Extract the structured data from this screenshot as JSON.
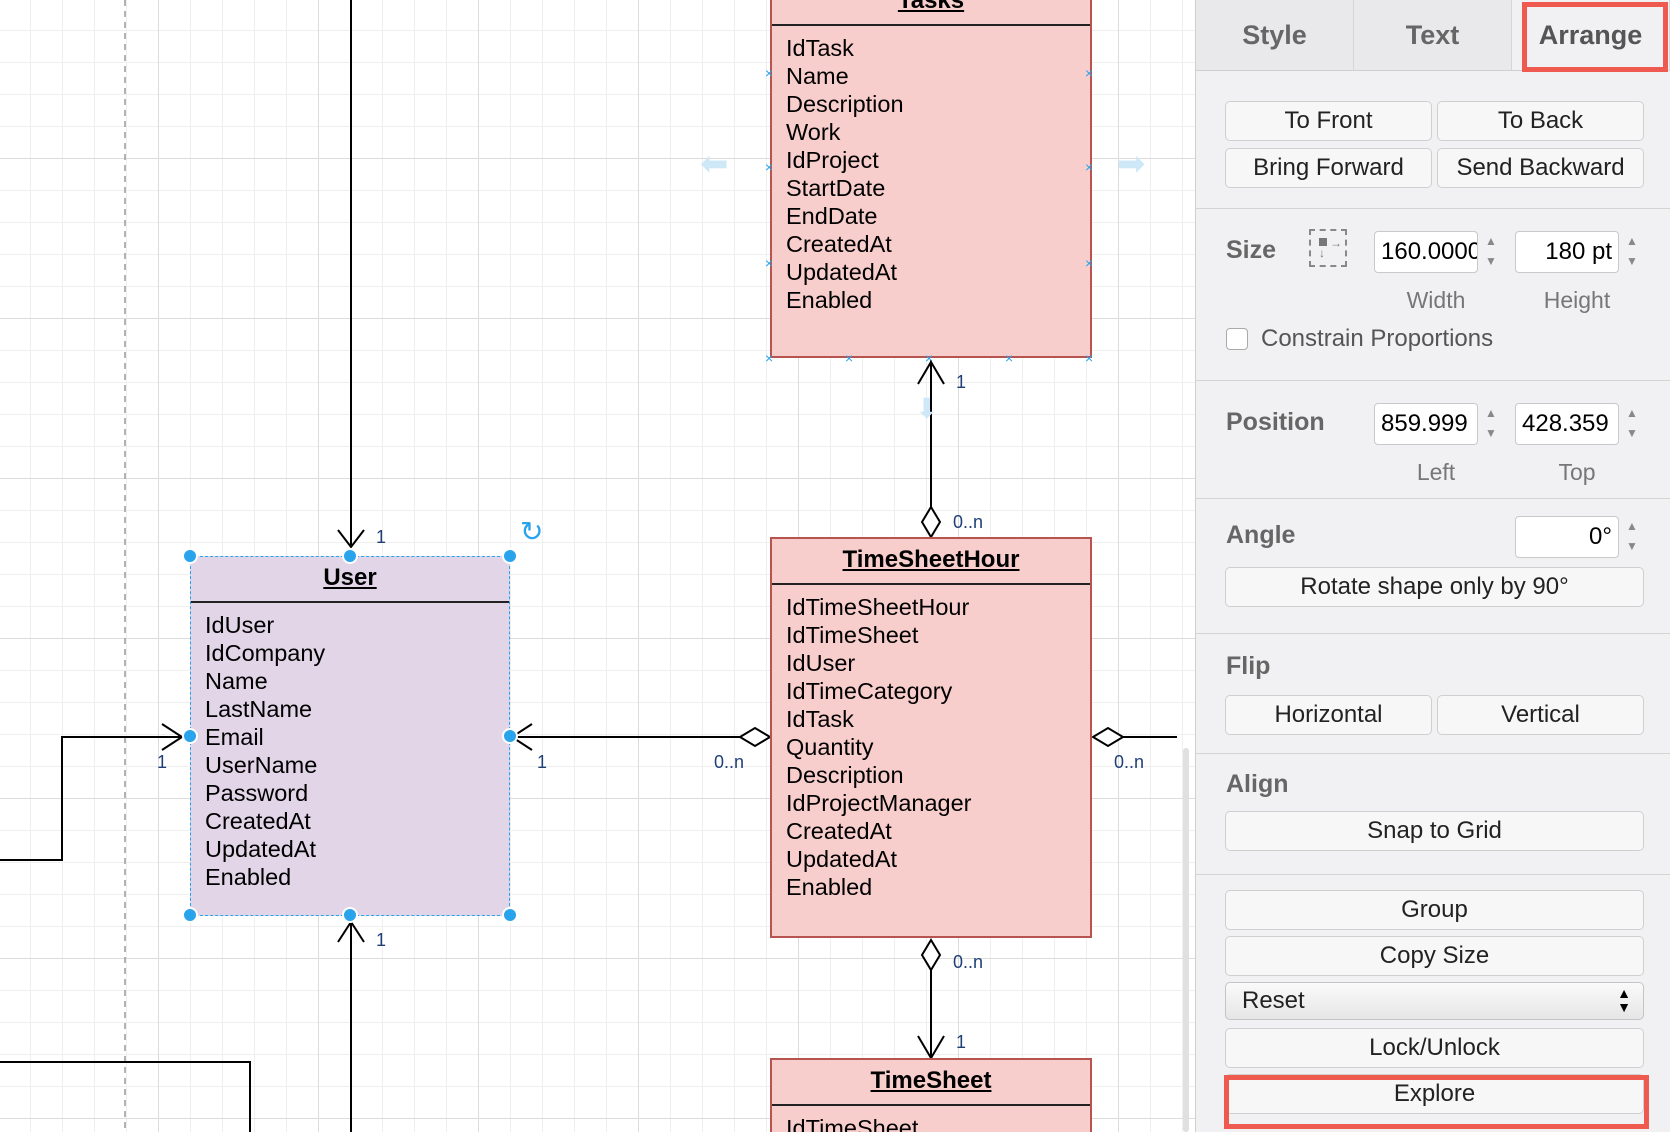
{
  "canvas": {
    "entities": {
      "tasks": {
        "title": "Tasks",
        "fields": [
          "IdTask",
          "Name",
          "Description",
          "Work",
          "IdProject",
          "StartDate",
          "EndDate",
          "CreatedAt",
          "UpdatedAt",
          "Enabled"
        ]
      },
      "user": {
        "title": "User",
        "fields": [
          "IdUser",
          "IdCompany",
          "Name",
          "LastName",
          "Email",
          "UserName",
          "Password",
          "CreatedAt",
          "UpdatedAt",
          "Enabled"
        ]
      },
      "timesheethour": {
        "title": "TimeSheetHour",
        "fields": [
          "IdTimeSheetHour",
          "IdTimeSheet",
          "IdUser",
          "IdTimeCategory",
          "IdTask",
          "Quantity",
          "Description",
          "IdProjectManager",
          "CreatedAt",
          "UpdatedAt",
          "Enabled"
        ]
      },
      "timesheet": {
        "title": "TimeSheet",
        "fields": [
          "IdTimeSheet"
        ]
      }
    },
    "labels": {
      "tasks_to_tsh_one": "1",
      "tasks_to_tsh_many": "0..n",
      "user_top_one": "1",
      "user_left_one": "1",
      "user_right_one": "1",
      "user_right_many": "0..n",
      "tsh_right_many": "0..n",
      "user_bottom_one": "1",
      "tsh_bottom_many": "0..n",
      "timesheet_top_one": "1"
    }
  },
  "panel": {
    "tabs": [
      "Style",
      "Text",
      "Arrange"
    ],
    "active_tab": "Arrange",
    "buttons": {
      "to_front": "To Front",
      "to_back": "To Back",
      "bring_forward": "Bring Forward",
      "send_backward": "Send Backward"
    },
    "size": {
      "label": "Size",
      "width": "160.0000",
      "height": "180 pt",
      "width_label": "Width",
      "height_label": "Height",
      "constrain": "Constrain Proportions"
    },
    "position": {
      "label": "Position",
      "left": "859.999",
      "top": "428.359",
      "left_label": "Left",
      "top_label": "Top"
    },
    "angle": {
      "label": "Angle",
      "value": "0°",
      "rotate_button": "Rotate shape only by 90°"
    },
    "flip": {
      "label": "Flip",
      "horizontal": "Horizontal",
      "vertical": "Vertical"
    },
    "align": {
      "label": "Align",
      "snap": "Snap to Grid"
    },
    "misc": {
      "group": "Group",
      "copy_size": "Copy Size",
      "reset": "Reset",
      "lock": "Lock/Unlock",
      "explore": "Explore"
    }
  }
}
